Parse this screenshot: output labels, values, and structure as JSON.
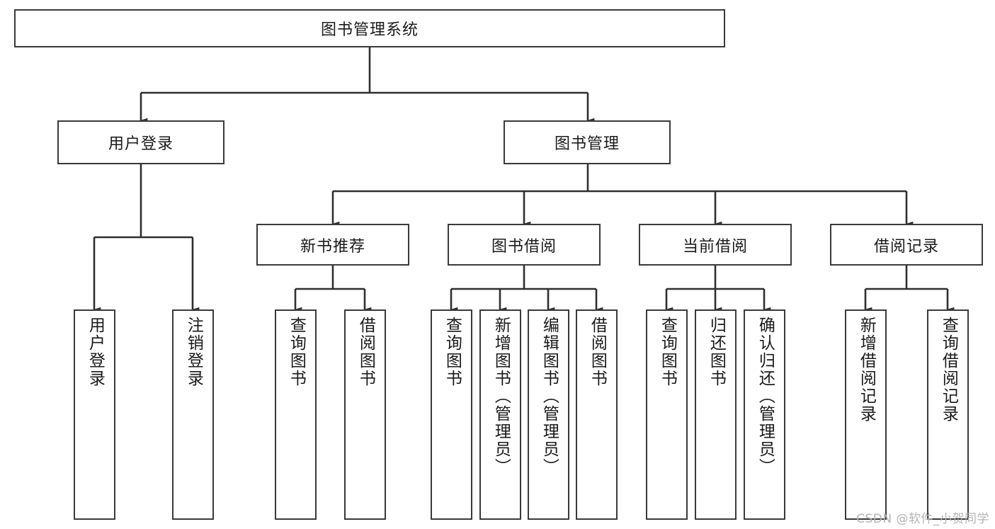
{
  "diagram": {
    "title": "图书管理系统",
    "type": "hierarchy-tree",
    "watermark": "CSDN @软件_小贺同学",
    "colors": {
      "box_border": "#3a3a3a",
      "box_fill": "#ffffff",
      "edge": "#2f2f2f",
      "text": "#1a1a1a",
      "watermark": "#b4b4b4"
    },
    "levels": {
      "root": {
        "label": "图书管理系统"
      },
      "level2": [
        {
          "id": "user-login",
          "label": "用户登录"
        },
        {
          "id": "book-manage",
          "label": "图书管理"
        }
      ],
      "level3": [
        {
          "id": "new-book-recommend",
          "label": "新书推荐"
        },
        {
          "id": "book-borrow",
          "label": "图书借阅"
        },
        {
          "id": "current-borrow",
          "label": "当前借阅"
        },
        {
          "id": "borrow-record",
          "label": "借阅记录"
        }
      ],
      "leaves": {
        "user-login": [
          {
            "id": "leaf-user-login",
            "label": "用户登录"
          },
          {
            "id": "leaf-logout-login",
            "label": "注销登录"
          }
        ],
        "new-book-recommend": [
          {
            "id": "leaf-query-book-1",
            "label": "查询图书"
          },
          {
            "id": "leaf-borrow-book-1",
            "label": "借阅图书"
          }
        ],
        "book-borrow": [
          {
            "id": "leaf-query-book-2",
            "label": "查询图书"
          },
          {
            "id": "leaf-add-book-admin",
            "label": "新增图书（管理员）"
          },
          {
            "id": "leaf-edit-book-admin",
            "label": "编辑图书（管理员）"
          },
          {
            "id": "leaf-borrow-book-2",
            "label": "借阅图书"
          }
        ],
        "current-borrow": [
          {
            "id": "leaf-query-book-3",
            "label": "查询图书"
          },
          {
            "id": "leaf-return-book",
            "label": "归还图书"
          },
          {
            "id": "leaf-confirm-return-admin",
            "label": "确认归还（管理员）"
          }
        ],
        "borrow-record": [
          {
            "id": "leaf-add-borrow-record",
            "label": "新增借阅记录"
          },
          {
            "id": "leaf-query-borrow-record",
            "label": "查询借阅记录"
          }
        ]
      }
    }
  }
}
